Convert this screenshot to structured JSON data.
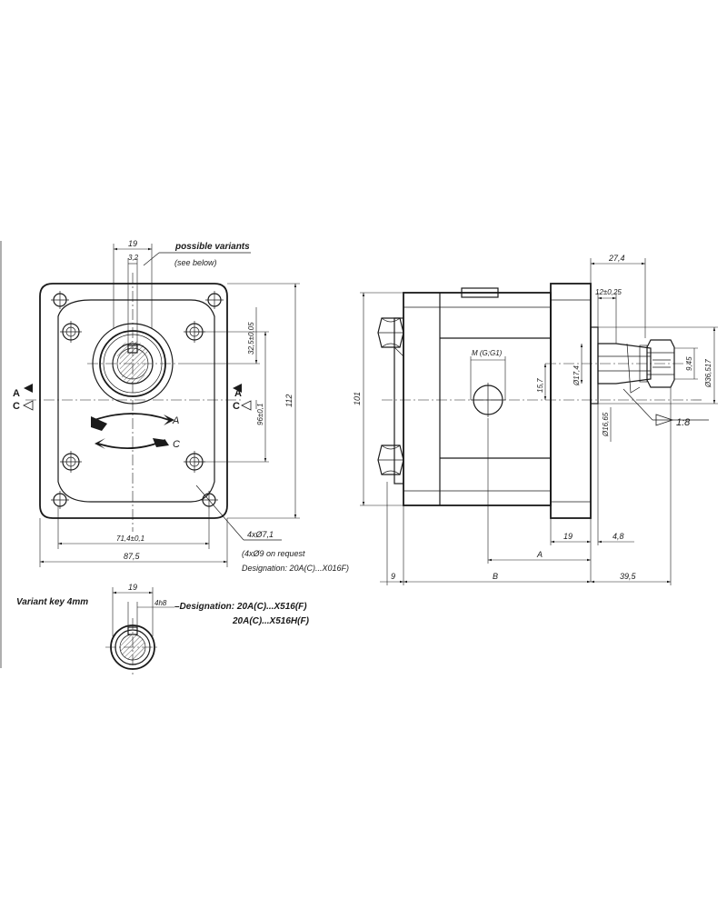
{
  "front_view": {
    "dim_19": "19",
    "dim_3_2": "3,2",
    "possible_variants": "possible variants",
    "see_below": "(see below)",
    "dim_32_5": "32,5±0,05",
    "dim_96": "96±0,1",
    "dim_112": "112",
    "dim_71_4": "71,4±0,1",
    "dim_87_5": "87,5",
    "hole_dim": "4xØ7,1",
    "hole_request": "(4xØ9 on request",
    "hole_designation": "Designation: 20A(C)...X016F)",
    "arrow_a": "A",
    "arrow_c": "C",
    "section_a": "A",
    "section_c": "C"
  },
  "side_view": {
    "dim_27_4": "27,4",
    "dim_12": "12±0,25",
    "dim_9_45": "9,45",
    "dim_36_517": "Ø36,517",
    "dim_17_4": "Ø17,4",
    "dim_16_65": "Ø16,65",
    "taper": "1:8",
    "port_label": "M (G;G1)",
    "dim_15_7": "15,7",
    "dim_101": "101",
    "dim_19": "19",
    "dim_4_8": "4,8",
    "dim_a": "A",
    "dim_9": "9",
    "dim_b": "B",
    "dim_39_5": "39,5"
  },
  "variant": {
    "title": "Variant key 4mm",
    "dim_19": "19",
    "dim_4h8": "4h8",
    "designation_1": "–Designation: 20A(C)...X516(F)",
    "designation_2": "20A(C)...X516H(F)"
  }
}
